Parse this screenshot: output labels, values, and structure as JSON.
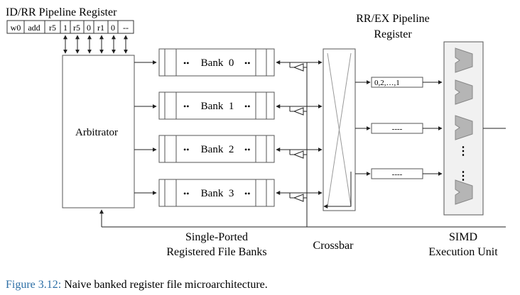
{
  "id_rr_register": {
    "title": "ID/RR Pipeline Register",
    "fields": [
      "w0",
      "add",
      "r5",
      "1",
      "r5",
      "0",
      "r1",
      "0",
      "--"
    ]
  },
  "arbitrator": {
    "label": "Arbitrator"
  },
  "banks": [
    {
      "dots_left": "••",
      "label": "Bank  0",
      "dots_right": "••"
    },
    {
      "dots_left": "••",
      "label": "Bank  1",
      "dots_right": "••"
    },
    {
      "dots_left": "••",
      "label": "Bank  2",
      "dots_right": "••"
    },
    {
      "dots_left": "••",
      "label": "Bank  3",
      "dots_right": "••"
    }
  ],
  "rr_ex_register": {
    "title_line1": "RR/EX Pipeline",
    "title_line2": "Register",
    "fields": [
      "0,2,…,1",
      "----",
      "----"
    ]
  },
  "simd": {
    "dots": [
      "⋮",
      "⋮"
    ]
  },
  "labels": {
    "banks_line1": "Single-Ported",
    "banks_line2": "Registered File Banks",
    "crossbar": "Crossbar",
    "simd_line1": "SIMD",
    "simd_line2": "Execution Unit"
  },
  "caption": {
    "label": "Figure 3.12:",
    "text": " Naive banked register file microarchitecture."
  }
}
